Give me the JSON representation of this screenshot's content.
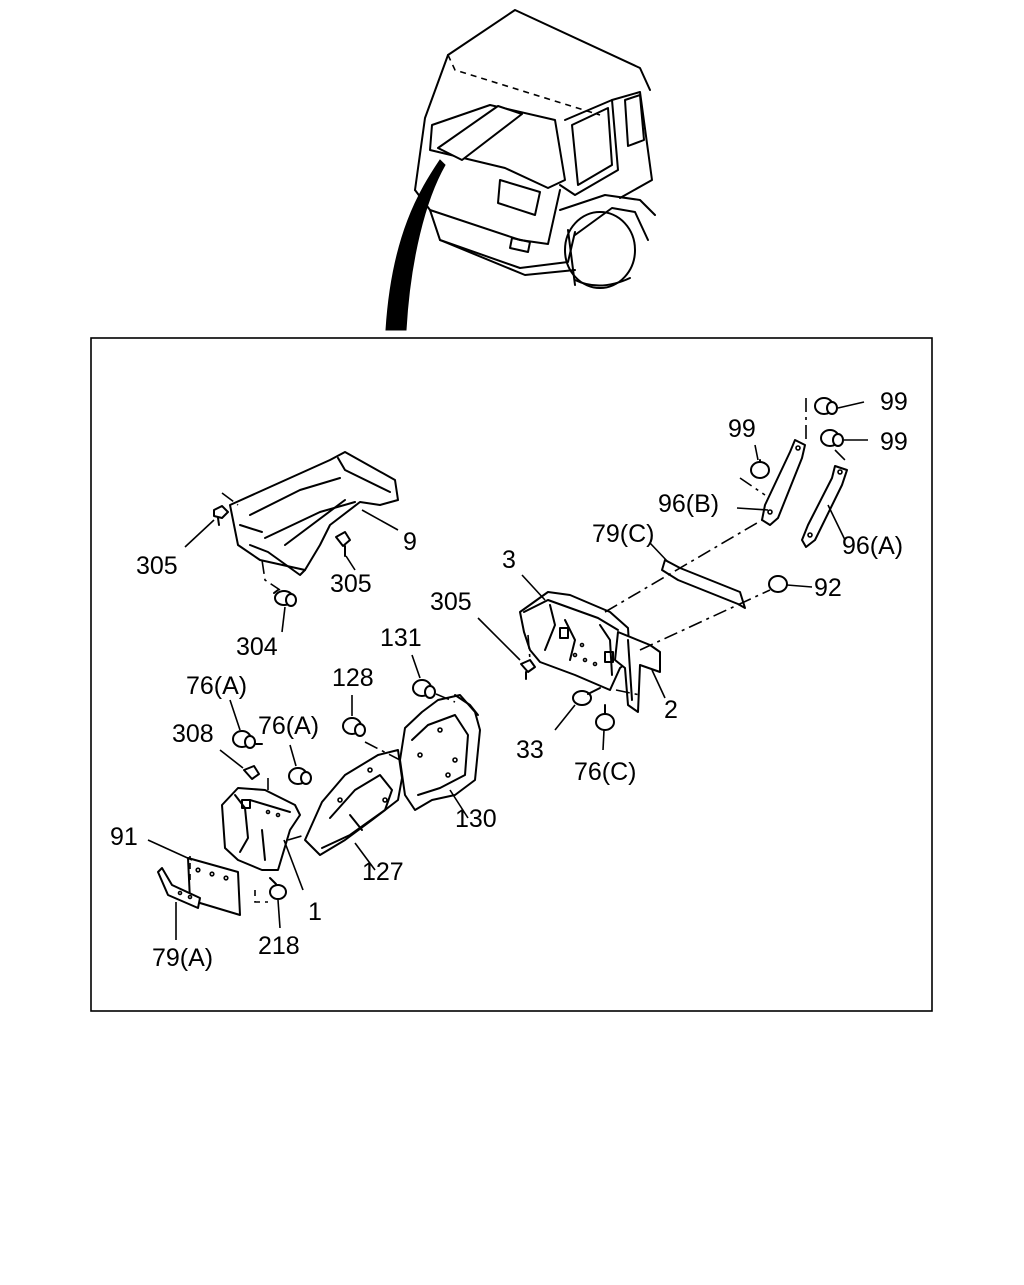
{
  "callouts": {
    "p305a": "305",
    "p9": "9",
    "p305b": "305",
    "p304": "304",
    "p3": "3",
    "p305c": "305",
    "p131": "131",
    "p128": "128",
    "p76a1": "76(A)",
    "p76a2": "76(A)",
    "p308": "308",
    "p91": "91",
    "p79a": "79(A)",
    "p218": "218",
    "p1": "1",
    "p127": "127",
    "p130": "130",
    "p2": "2",
    "p33": "33",
    "p76c": "76(C)",
    "p79c": "79(C)",
    "p92": "92",
    "p96b": "96(B)",
    "p96a": "96(A)",
    "p99a": "99",
    "p99b": "99",
    "p99c": "99"
  }
}
